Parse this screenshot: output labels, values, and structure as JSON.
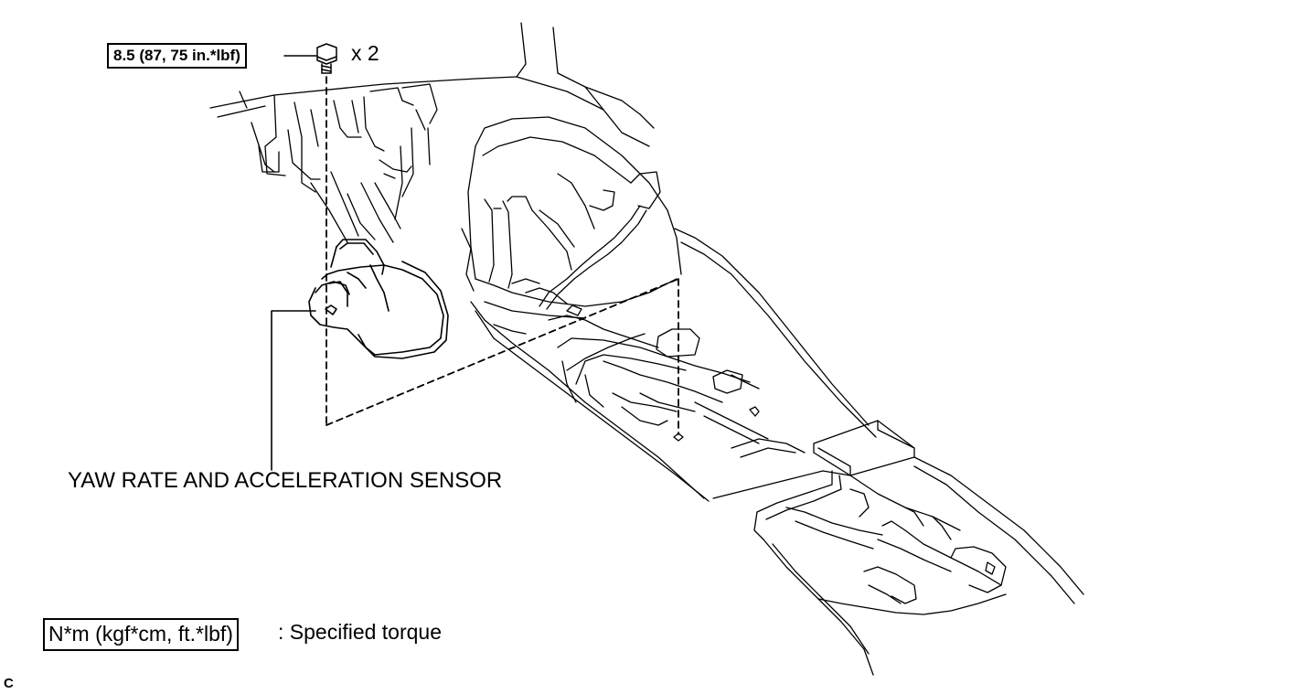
{
  "callouts": {
    "torque_value": "8.5 (87, 75 in.*lbf)",
    "quantity": "x 2",
    "part_name": "YAW RATE AND ACCELERATION SENSOR"
  },
  "legend": {
    "unit_box": "N*m (kgf*cm, ft.*lbf)",
    "description": ": Specified torque"
  },
  "corner_code": "C",
  "colors": {
    "line": "#000000",
    "background": "#ffffff"
  }
}
